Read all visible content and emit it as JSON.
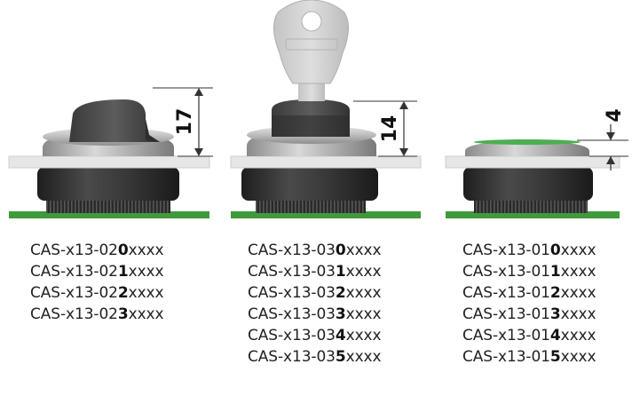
{
  "variants": [
    {
      "id": "selector-switch",
      "dimension": "17",
      "codes": [
        {
          "prefix": "CAS-x13-02",
          "digit": "0",
          "suffix": "xxxx"
        },
        {
          "prefix": "CAS-x13-02",
          "digit": "1",
          "suffix": "xxxx"
        },
        {
          "prefix": "CAS-x13-02",
          "digit": "2",
          "suffix": "xxxx"
        },
        {
          "prefix": "CAS-x13-02",
          "digit": "3",
          "suffix": "xxxx"
        }
      ]
    },
    {
      "id": "key-switch",
      "dimension": "14",
      "codes": [
        {
          "prefix": "CAS-x13-03",
          "digit": "0",
          "suffix": "xxxx"
        },
        {
          "prefix": "CAS-x13-03",
          "digit": "1",
          "suffix": "xxxx"
        },
        {
          "prefix": "CAS-x13-03",
          "digit": "2",
          "suffix": "xxxx"
        },
        {
          "prefix": "CAS-x13-03",
          "digit": "3",
          "suffix": "xxxx"
        },
        {
          "prefix": "CAS-x13-03",
          "digit": "4",
          "suffix": "xxxx"
        },
        {
          "prefix": "CAS-x13-03",
          "digit": "5",
          "suffix": "xxxx"
        }
      ]
    },
    {
      "id": "flush-pushbutton",
      "dimension": "4",
      "codes": [
        {
          "prefix": "CAS-x13-01",
          "digit": "0",
          "suffix": "xxxx"
        },
        {
          "prefix": "CAS-x13-01",
          "digit": "1",
          "suffix": "xxxx"
        },
        {
          "prefix": "CAS-x13-01",
          "digit": "2",
          "suffix": "xxxx"
        },
        {
          "prefix": "CAS-x13-01",
          "digit": "3",
          "suffix": "xxxx"
        },
        {
          "prefix": "CAS-x13-01",
          "digit": "4",
          "suffix": "xxxx"
        },
        {
          "prefix": "CAS-x13-01",
          "digit": "5",
          "suffix": "xxxx"
        }
      ]
    }
  ],
  "colors": {
    "pcb_green": "#3f9a3c",
    "panel": "#e6e6e6",
    "body_dark": "#2f2f2f",
    "bezel_silver": "#b8b8b8",
    "knob": "#4a4a4a",
    "key": "#cfcfcf",
    "led_green": "#4caf50"
  },
  "icons": [
    "selector-switch-icon",
    "key-switch-icon",
    "flush-pushbutton-icon",
    "key-icon"
  ]
}
